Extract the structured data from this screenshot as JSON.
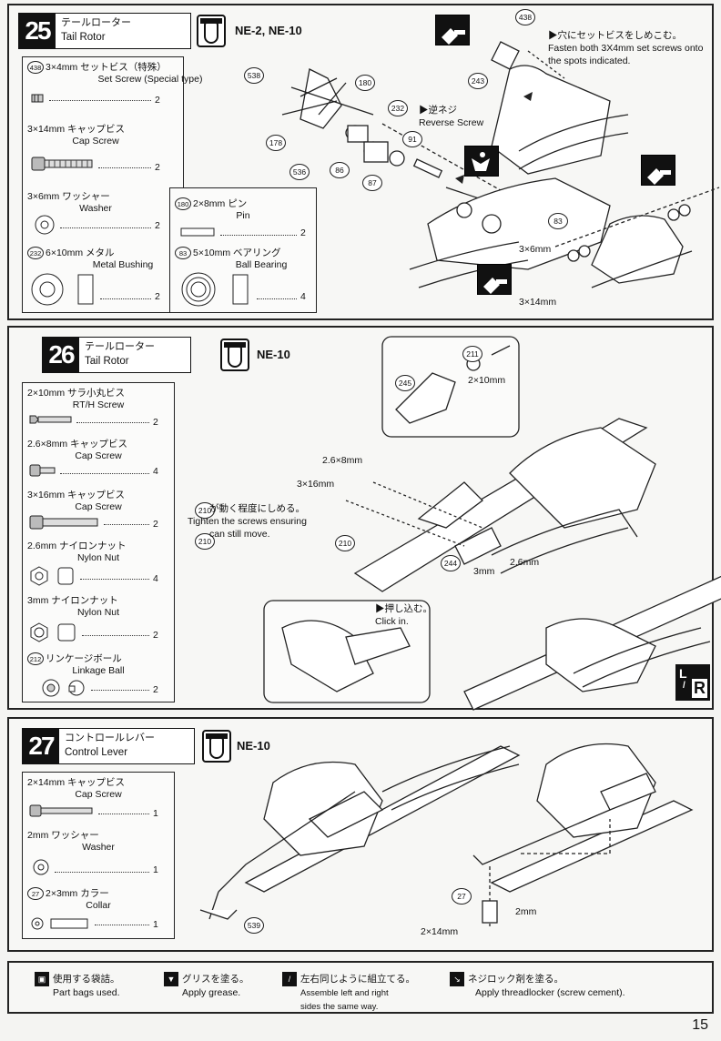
{
  "page_number": "15",
  "step25": {
    "number": "25",
    "title_jp": "テールローター",
    "title_en": "Tail Rotor",
    "bag": "NE-2, NE-10",
    "parts": [
      {
        "id": "438",
        "name_jp": "3×4mm セットビス（特殊）",
        "name_en": "Set Screw (Special type)",
        "qty": "2"
      },
      {
        "id": "",
        "name_jp": "3×14mm キャップビス",
        "name_en": "Cap Screw",
        "qty": "2"
      },
      {
        "id": "",
        "name_jp": "3×6mm ワッシャー",
        "name_en": "Washer",
        "qty": "2"
      },
      {
        "id": "180",
        "name_jp": "2×8mm ピン",
        "name_en": "Pin",
        "qty": "2"
      },
      {
        "id": "232",
        "name_jp": "6×10mm メタル",
        "name_en": "Metal Bushing",
        "qty": "2"
      },
      {
        "id": "83",
        "name_jp": "5×10mm ベアリング",
        "name_en": "Ball Bearing",
        "qty": "4"
      }
    ],
    "callouts": [
      "538",
      "180",
      "178",
      "536",
      "86",
      "87",
      "232",
      "91",
      "243",
      "438",
      "83"
    ],
    "note_setscrew_jp": "▶穴にセットビスをしめこむ。",
    "note_setscrew_en": "Fasten both 3X4mm set screws onto the spots indicated.",
    "note_reverse_jp": "▶逆ネジ",
    "note_reverse_en": "Reverse Screw",
    "dim_3x6": "3×6mm",
    "dim_3x14": "3×14mm"
  },
  "step26": {
    "number": "26",
    "title_jp": "テールローター",
    "title_en": "Tail Rotor",
    "bag": "NE-10",
    "parts": [
      {
        "id": "",
        "name_jp": "2×10mm サラ小丸ビス",
        "name_en": "RT/H Screw",
        "qty": "2"
      },
      {
        "id": "",
        "name_jp": "2.6×8mm キャップビス",
        "name_en": "Cap Screw",
        "qty": "4"
      },
      {
        "id": "",
        "name_jp": "3×16mm キャップビス",
        "name_en": "Cap Screw",
        "qty": "2"
      },
      {
        "id": "",
        "name_jp": "2.6mm ナイロンナット",
        "name_en": "Nylon Nut",
        "qty": "4"
      },
      {
        "id": "",
        "name_jp": "3mm ナイロンナット",
        "name_en": "Nylon Nut",
        "qty": "2"
      },
      {
        "id": "212",
        "name_jp": "リンケージボール",
        "name_en": "Linkage Ball",
        "qty": "2"
      }
    ],
    "callouts": [
      "245",
      "211",
      "210",
      "210",
      "210",
      "244"
    ],
    "dim_2x10": "2×10mm",
    "dim_26x8": "2.6×8mm",
    "dim_3x16": "3×16mm",
    "dim_3mm": "3mm",
    "dim_26mm": "2.6mm",
    "note_tighten_jp": "が動く程度にしめる。",
    "note_tighten_en1": "Tighten the screws ensuring",
    "note_tighten_en2": "can still move.",
    "note_click_jp": "▶押し込む。",
    "note_click_en": "Click in.",
    "lr_icon": "L/R"
  },
  "step27": {
    "number": "27",
    "title_jp": "コントロールレバー",
    "title_en": "Control Lever",
    "bag": "NE-10",
    "parts": [
      {
        "id": "",
        "name_jp": "2×14mm キャップビス",
        "name_en": "Cap Screw",
        "qty": "1"
      },
      {
        "id": "",
        "name_jp": "2mm ワッシャー",
        "name_en": "Washer",
        "qty": "1"
      },
      {
        "id": "27",
        "name_jp": "2×3mm カラー",
        "name_en": "Collar",
        "qty": "1"
      }
    ],
    "callouts": [
      "539",
      "27"
    ],
    "dim_2mm": "2mm",
    "dim_2x14": "2×14mm"
  },
  "legend": {
    "bags_jp": "使用する袋詰。",
    "bags_en": "Part bags used.",
    "grease_jp": "グリスを塗る。",
    "grease_en": "Apply grease.",
    "lr_jp": "左右同じように組立てる。",
    "lr_en1": "Assemble left and right",
    "lr_en2": "sides the same way.",
    "lock_jp": "ネジロック剤を塗る。",
    "lock_en": "Apply threadlocker (screw cement)."
  }
}
